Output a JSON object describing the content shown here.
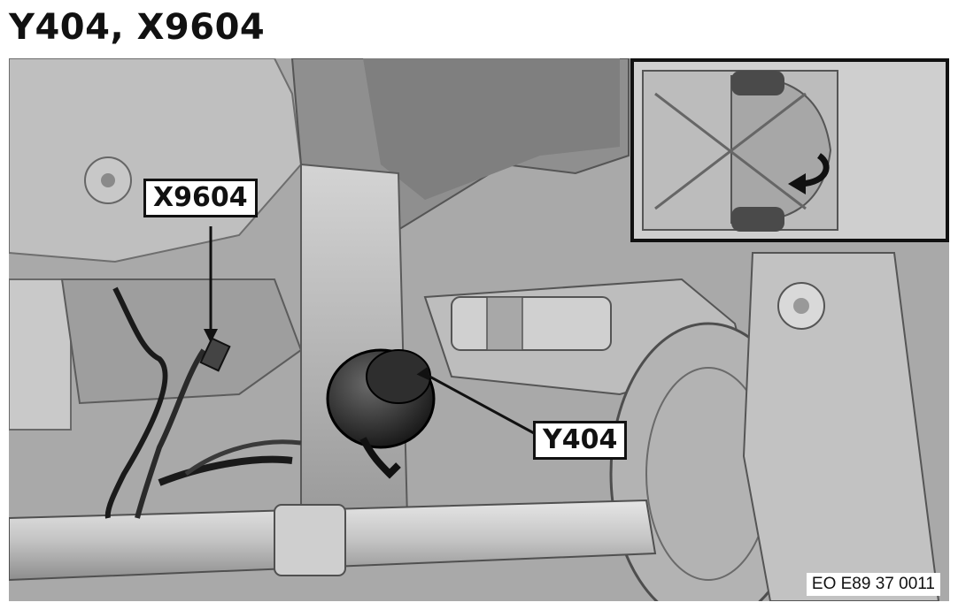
{
  "title": "Y404, X9604",
  "callouts": {
    "x9604": "X9604",
    "y404": "Y404"
  },
  "reference_code": "EO E89 37 0011",
  "figure": {
    "main_view": "underbody-rear-brake-area",
    "inset_view": "vehicle-underside-overview",
    "inset_arrow_icon": "curved-arrow-icon"
  }
}
